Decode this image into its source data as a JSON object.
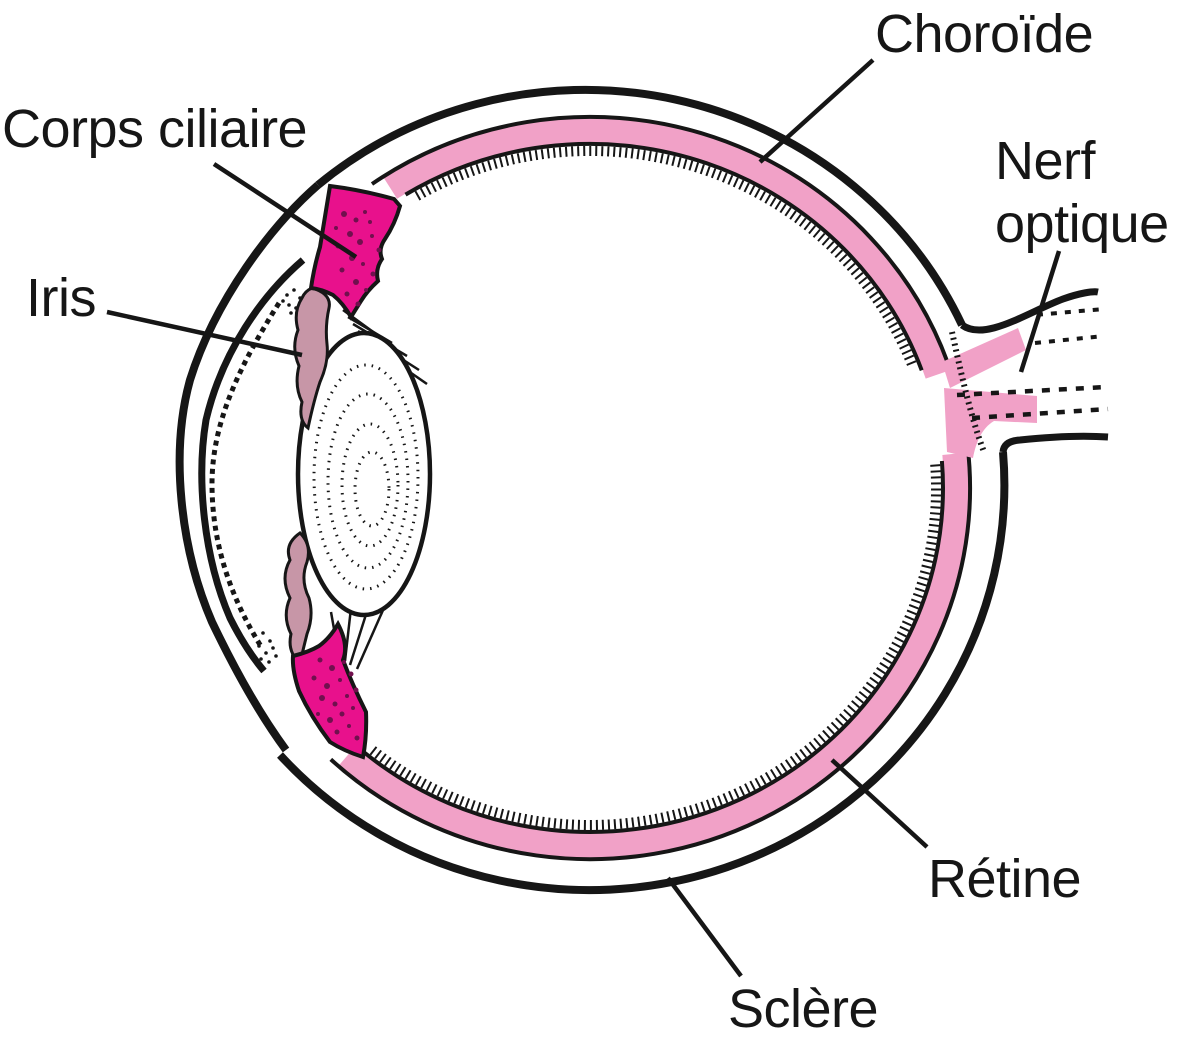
{
  "diagram": {
    "background": "#ffffff",
    "labels": {
      "choroide": "Choroïde",
      "nerf_optique": [
        "Nerf",
        "optique"
      ],
      "corps_ciliaire": "Corps ciliaire",
      "iris": "Iris",
      "retine": "Rétine",
      "sclere": "Sclère"
    },
    "colors": {
      "choroid_retina_pink": "#F1A1C7",
      "ciliary_body_magenta": "#E8118C",
      "iris_mauve": "#C796A7",
      "outline_ink": "#161616",
      "speckle": "#70104E"
    }
  }
}
